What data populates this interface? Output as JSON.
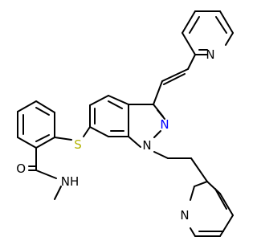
{
  "structure": {
    "atoms": [
      {
        "label": "N",
        "color": "#000000"
      },
      {
        "label": "N",
        "color": "#0000ff"
      },
      {
        "label": "S",
        "color": "#b3b300"
      },
      {
        "label": "O",
        "color": "#000000"
      },
      {
        "label": "NH",
        "color": "#000000"
      },
      {
        "label": "N",
        "color": "#000000"
      },
      {
        "label": "N",
        "color": "#000000"
      }
    ]
  }
}
